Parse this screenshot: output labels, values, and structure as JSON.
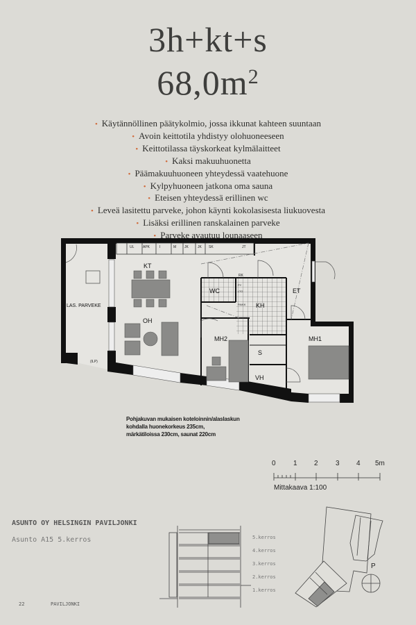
{
  "header": {
    "type": "3h+kt+s",
    "area": "68,0m",
    "area_unit_sup": "2"
  },
  "features": [
    "Käytännöllinen päätykolmio, jossa ikkunat kahteen suuntaan",
    "Avoin keittotila yhdistyy olohuoneeseen",
    "Keittotilassa täyskorkeat kylmälaitteet",
    "Kaksi makuuhuonetta",
    "Päämakuuhuoneen yhteydessä vaatehuone",
    "Kylpyhuoneen jatkona oma sauna",
    "Eteisen yhteydessä erillinen wc",
    "Leveä lasitettu parveke, johon käynti kokolasisesta liukuovesta",
    "Lisäksi erillinen ranskalainen parveke",
    "Parveke avautuu lounaaseen"
  ],
  "plan": {
    "rooms": {
      "kt": "KT",
      "oh": "OH",
      "parveke": "LAS. PARVEKE",
      "wc": "WC",
      "kh": "KH",
      "et": "ET",
      "mh2": "MH2",
      "mh1": "MH1",
      "s": "S",
      "vh": "VH"
    },
    "fixtures": [
      "UL",
      "APK",
      "I",
      "M",
      "JK",
      "JK",
      "SK",
      "JT"
    ],
    "small": {
      "rk": "RK",
      "py": "PY",
      "lto": "LTO",
      "pakk": "PA/KK",
      "ilp": "(ILP)"
    }
  },
  "note": [
    "Pohjakuvan mukaisen koteloinnin/alaslaskun",
    "kohdalla huonekorkeus 235cm,",
    "märkätiloissa 230cm, saunat 220cm"
  ],
  "scale": {
    "ticks": [
      "0",
      "1",
      "2",
      "3",
      "4",
      "5m"
    ],
    "label": "Mittakaava 1:100"
  },
  "company": "ASUNTO OY HELSINGIN PAVILJONKI",
  "unit": "Asunto A15 5.kerros",
  "floors": [
    "5.kerros",
    "4.kerros",
    "3.kerros",
    "2.kerros",
    "1.kerros"
  ],
  "highlighted_floor": "5.kerros",
  "north_label": "P",
  "footer": {
    "page": "22",
    "name": "PAVILJONKI"
  },
  "colors": {
    "background": "#dcdbd6",
    "bullet": "#d06a3a",
    "highlight": "#8f8f8d"
  }
}
